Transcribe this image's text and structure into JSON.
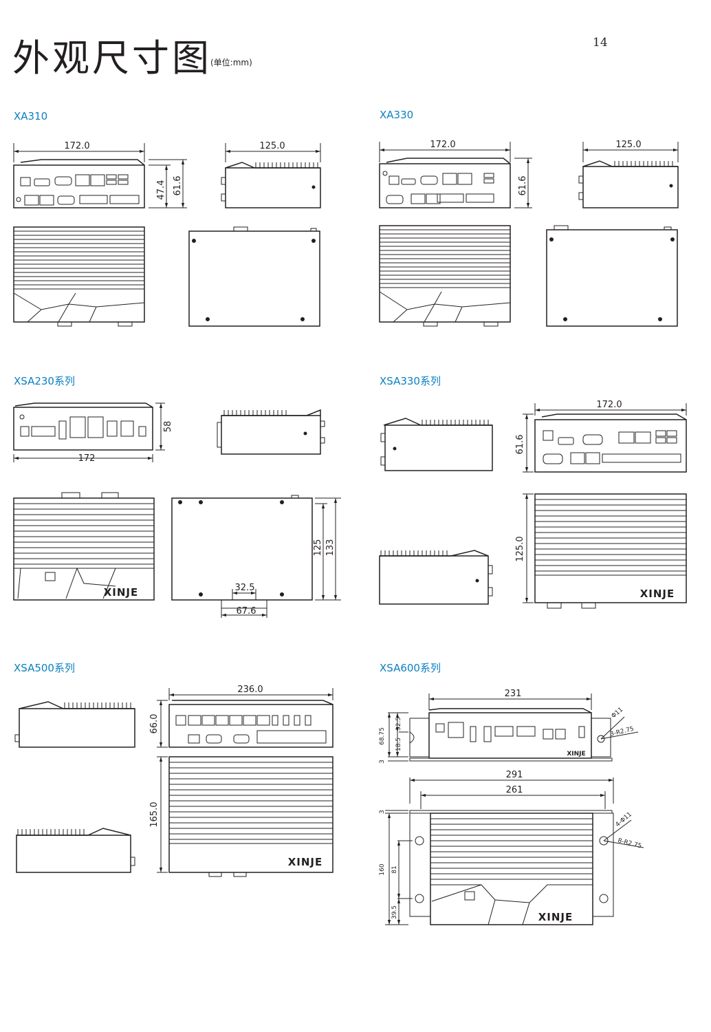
{
  "page": {
    "title": "外观尺寸图",
    "unit": "(单位:mm)",
    "page_number": "14"
  },
  "sections": [
    {
      "name": "XA310"
    },
    {
      "name": "XA330"
    },
    {
      "name": "XSA230系列"
    },
    {
      "name": "XSA330系列"
    },
    {
      "name": "XSA500系列"
    },
    {
      "name": "XSA600系列"
    }
  ],
  "dimensions": {
    "xa310": {
      "front_width": "172.0",
      "side_width": "125.0",
      "height_inner": "47.4",
      "height_total": "61.6"
    },
    "xa330": {
      "front_width": "172.0",
      "side_width": "125.0",
      "height_total": "61.6"
    },
    "xsa230": {
      "front_width": "172",
      "height": "58",
      "depth_a": "125",
      "depth_b": "133",
      "tab_a": "32.5",
      "tab_b": "67.6"
    },
    "xsa330": {
      "front_width": "172.0",
      "height": "61.6",
      "depth": "125.0"
    },
    "xsa500": {
      "front_width": "236.0",
      "height": "66.0",
      "depth": "165.0"
    },
    "xsa600": {
      "body_width": "231",
      "height_total": "68.75",
      "h1": "32.5",
      "h2": "18.5",
      "base": "3",
      "hole1": "Φ11",
      "slot1": "3-R2.75",
      "width_total": "291",
      "width_inner": "261",
      "depth": "160",
      "d1": "81",
      "d2": "39.5",
      "top3": "3",
      "hole2": "4-Φ11",
      "slot2": "8-R2.75"
    }
  },
  "brand": {
    "logo": "XINJE"
  }
}
